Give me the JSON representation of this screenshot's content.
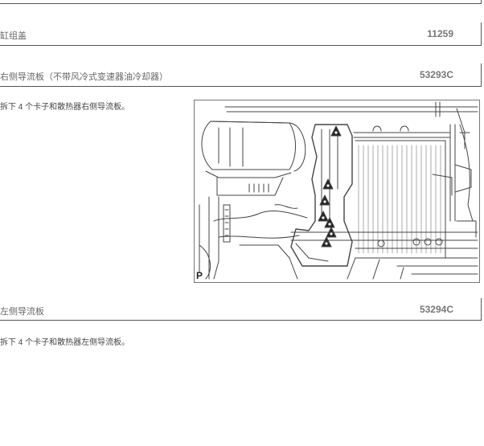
{
  "sections": [
    {
      "title": "缸组盖",
      "code": "11259"
    },
    {
      "title": "右侧导流板（不带风冷式变速器油冷却器）",
      "code": "53293C",
      "step": "拆下 4 个卡子和散热器右侧导流板。"
    },
    {
      "title": "左侧导流板",
      "code": "53294C",
      "step": "拆下 4 个卡子和散热器左侧导流板。"
    }
  ],
  "figure": {
    "label": "P"
  }
}
